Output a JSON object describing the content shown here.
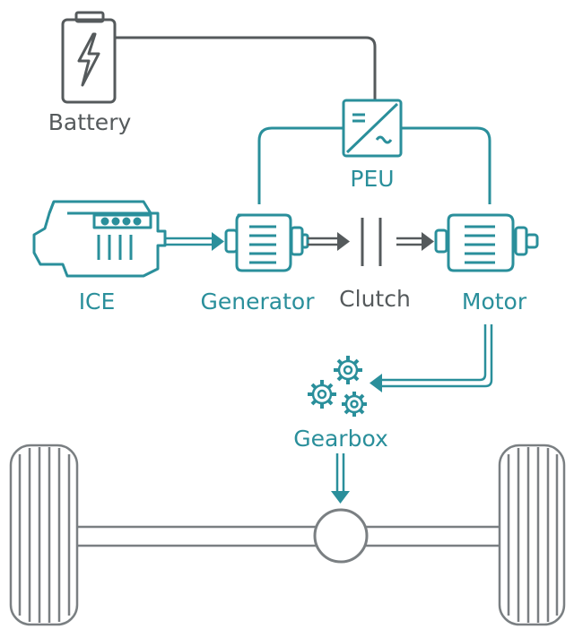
{
  "labels": {
    "battery": "Battery",
    "peu": "PEU",
    "ice": "ICE",
    "generator": "Generator",
    "clutch": "Clutch",
    "motor": "Motor",
    "gearbox": "Gearbox"
  },
  "colors": {
    "teal": "#2a8f9b",
    "grey": "#555a5c",
    "light_grey": "#7a7f82",
    "background": "#ffffff"
  },
  "icons": [
    "battery-icon",
    "peu-converter-icon",
    "engine-icon",
    "generator-icon",
    "clutch-icon",
    "motor-icon",
    "gearbox-icon",
    "wheel-icon",
    "differential-icon"
  ]
}
